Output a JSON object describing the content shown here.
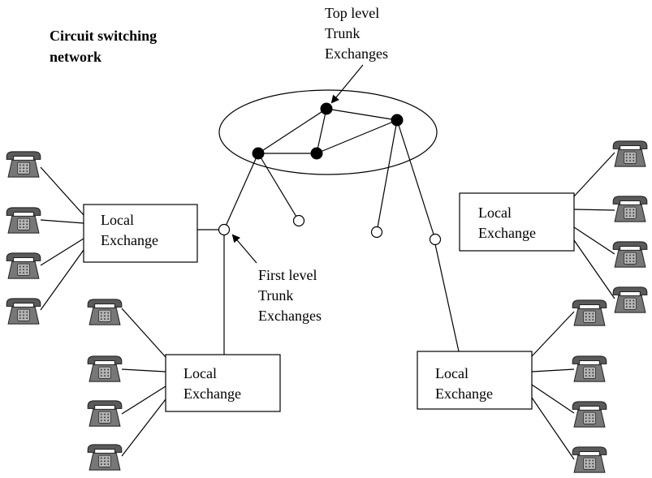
{
  "title": [
    "Circuit switching",
    "network"
  ],
  "top_level_label": [
    "Top level",
    "Trunk",
    "Exchanges"
  ],
  "first_level_label": [
    "First level",
    "Trunk",
    "Exchanges"
  ],
  "local_exchange_label": [
    "Local",
    "Exchange"
  ],
  "icons": {
    "telephone": "telephone-icon"
  },
  "colors": {
    "line": "#000000",
    "node_filled": "#000000",
    "node_open": "#ffffff"
  }
}
